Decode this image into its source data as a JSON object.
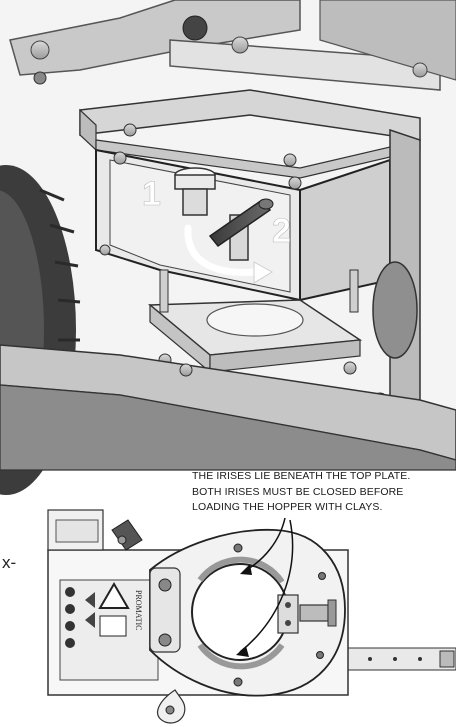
{
  "top_figure": {
    "step_labels": [
      "1",
      "2"
    ]
  },
  "bottom_figure": {
    "callout_lines": [
      "THE IRISES LIE BENEATH THE TOP PLATE.",
      "BOTH IRISES MUST BE CLOSED BEFORE",
      "LOADING THE HOPPER WITH CLAYS."
    ],
    "brand_text": "PROMATIC",
    "left_edge_fragment": "x-"
  }
}
